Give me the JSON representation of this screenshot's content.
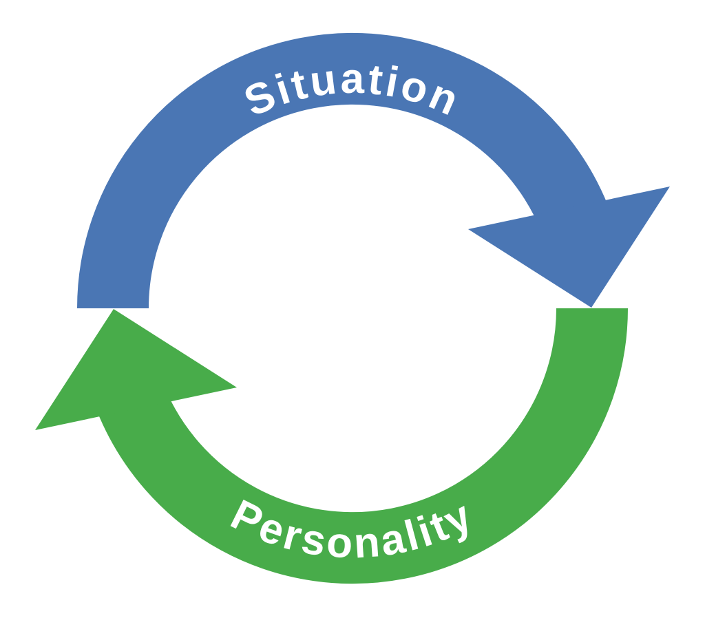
{
  "diagram": {
    "type": "cycle",
    "background_color": "#ffffff",
    "label_text_color": "#ffffff",
    "nodes": [
      {
        "label": "Situation",
        "position": "top",
        "color": "#4a76b4",
        "arrow_direction": "clockwise, arrowhead at right pointing down"
      },
      {
        "label": "Personality",
        "position": "bottom",
        "color": "#48ac4a",
        "arrow_direction": "clockwise, arrowhead at left pointing up"
      }
    ]
  }
}
